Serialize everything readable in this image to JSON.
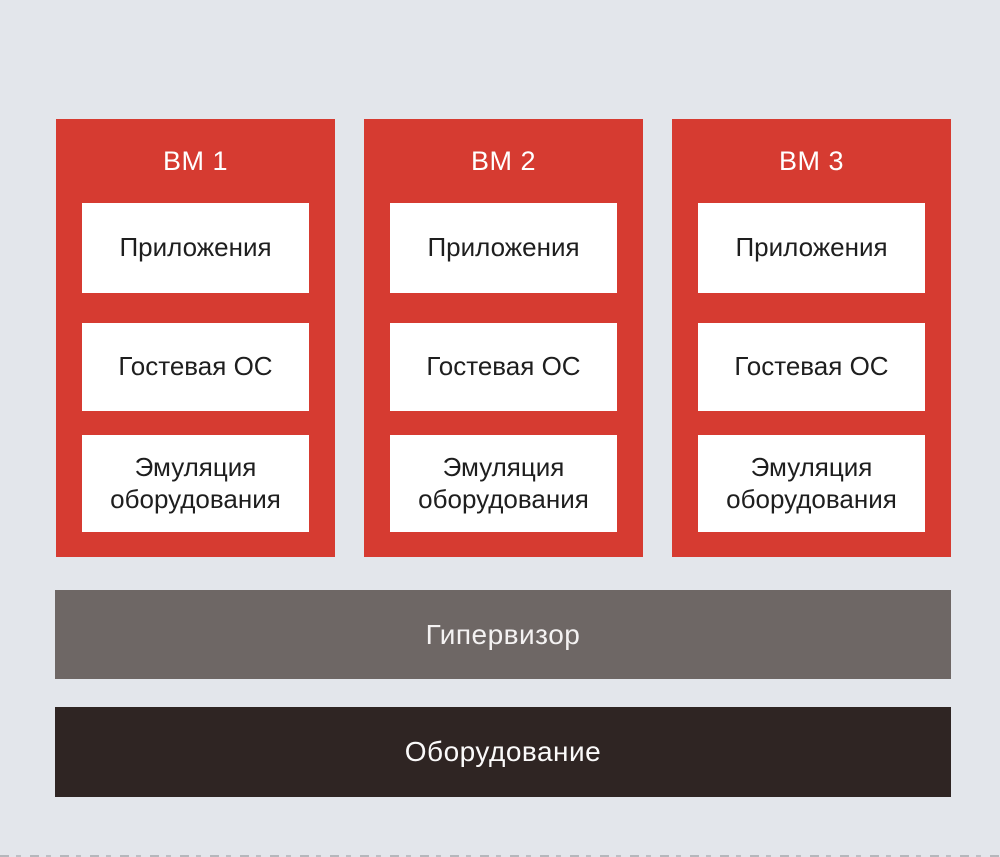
{
  "diagram": {
    "title_semantic": "Virtual machine architecture (hosted virtualization stack)",
    "vms": [
      {
        "title": "ВМ 1",
        "layers": [
          "Приложения",
          "Гостевая ОС",
          "Эмуляция оборудования"
        ]
      },
      {
        "title": "ВМ 2",
        "layers": [
          "Приложения",
          "Гостевая ОС",
          "Эмуляция оборудования"
        ]
      },
      {
        "title": "ВМ 3",
        "layers": [
          "Приложения",
          "Гостевая ОС",
          "Эмуляция оборудования"
        ]
      }
    ],
    "hypervisor": {
      "label": "Гипервизор",
      "color": "#6e6765"
    },
    "hardware": {
      "label": "Оборудование",
      "color": "#2f2523"
    },
    "colors": {
      "vm_panel_red": "#d63b31",
      "layer_box_white": "#ffffff",
      "layer_text_black": "#1e1e1e",
      "vm_title_white": "#ffffff",
      "background": "#e3e6eb"
    }
  }
}
